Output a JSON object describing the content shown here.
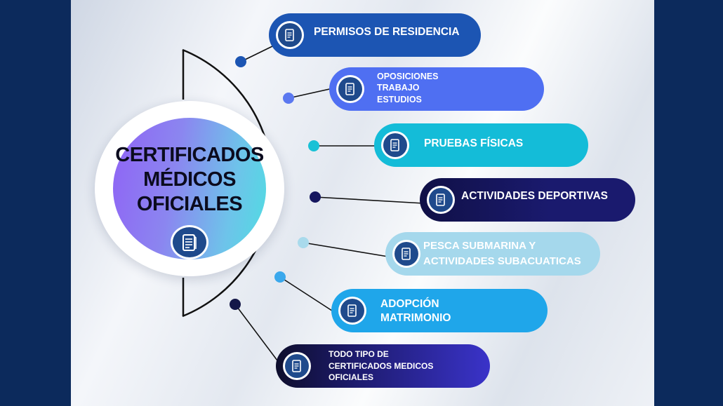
{
  "center": {
    "title_lines": [
      "CERTIFICADOS",
      "MÉDICOS",
      "OFICIALES"
    ],
    "icon": "document-icon"
  },
  "items": [
    {
      "lines": [
        "PERMISOS DE RESIDENCIA"
      ],
      "color": "#1c55b3",
      "dot_color": "#1c55b3",
      "icon": "document-icon"
    },
    {
      "lines": [
        "OPOSICIONES",
        "TRABAJO",
        "ESTUDIOS"
      ],
      "color": "#4f6ff2",
      "dot_color": "#5b78f0",
      "icon": "document-icon"
    },
    {
      "lines": [
        "PRUEBAS FÍSICAS"
      ],
      "color": "#14bcd8",
      "dot_color": "#19c1d6",
      "icon": "document-icon"
    },
    {
      "lines": [
        "ACTIVIDADES DEPORTIVAS"
      ],
      "color": "#1a1a6e",
      "dot_color": "#15165e",
      "icon": "document-icon"
    },
    {
      "lines": [
        "PESCA SUBMARINA Y",
        "ACTIVIDADES SUBACUATICAS"
      ],
      "color": "#a5d8ec",
      "dot_color": "#a9daec",
      "icon": "document-icon"
    },
    {
      "lines": [
        "ADOPCIÓN",
        "MATRIMONIO"
      ],
      "color": "#1fa6ea",
      "dot_color": "#3aa8ec",
      "icon": "document-icon"
    },
    {
      "lines": [
        "TODO TIPO DE",
        "CERTIFICADOS MEDICOS",
        "OFICIALES"
      ],
      "color": "#1c1a6a",
      "dot_color": "#141748",
      "icon": "document-icon"
    }
  ]
}
